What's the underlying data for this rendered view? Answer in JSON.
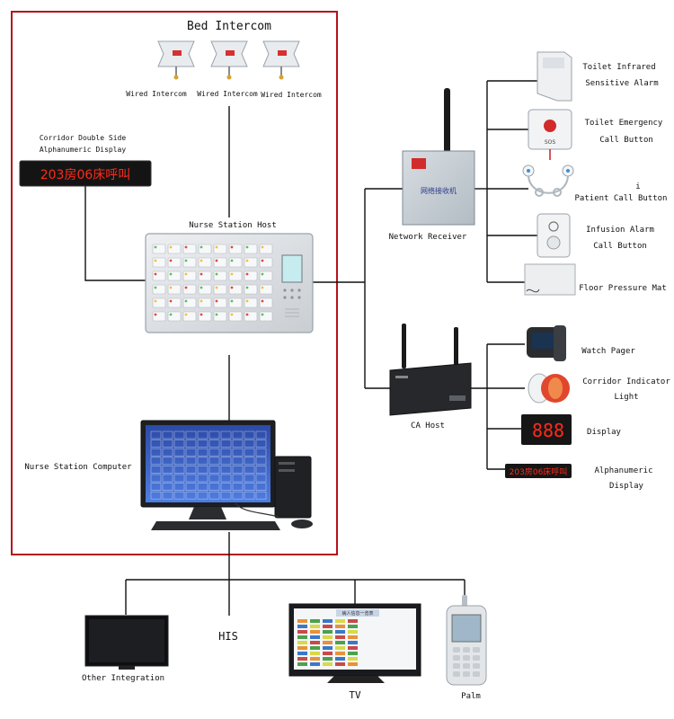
{
  "panel": {
    "title": "Bed Intercom",
    "border_color": "#b5121b"
  },
  "bed_intercom": {
    "units": [
      {
        "label": "Wired Intercom"
      },
      {
        "label": "Wired Intercom"
      },
      {
        "label": "Wired Intercom"
      }
    ]
  },
  "corridor_display": {
    "label_line1": "Corridor Double Side",
    "label_line2": "Alphanumeric Display",
    "text": "203房06床呼叫",
    "text_color": "#ff2a1a"
  },
  "nurse_host": {
    "label": "Nurse Station Host"
  },
  "computer": {
    "label": "Nurse Station Computer"
  },
  "network_receiver": {
    "label": "Network Receiver",
    "device_text": "网络接收机"
  },
  "ca_host": {
    "label": "CA Host"
  },
  "receiver_devices": [
    {
      "line1": "Toilet Infrared",
      "line2": "Sensitive Alarm"
    },
    {
      "line1": "Toilet Emergency",
      "line2": "Call Button",
      "device_text": "SOS"
    },
    {
      "line1": "i",
      "line2": "Patient Call Button"
    },
    {
      "line1": "Infusion Alarm",
      "line2": "Call Button"
    },
    {
      "line1": "Floor Pressure Mat",
      "line2": ""
    }
  ],
  "ca_devices": [
    {
      "line1": "Watch Pager",
      "line2": ""
    },
    {
      "line1": "Corridor Indicator",
      "line2": "Light"
    },
    {
      "line1": "Display",
      "line2": "",
      "digits": "888"
    },
    {
      "line1": "Alphanumeric",
      "line2": "Display",
      "text": "203房06床呼叫"
    }
  ],
  "outputs": {
    "other": "Other Integration",
    "his": "HIS",
    "tv": "TV",
    "palm": "Palm"
  },
  "tv_screen": {
    "title": "病人信息一览表"
  }
}
